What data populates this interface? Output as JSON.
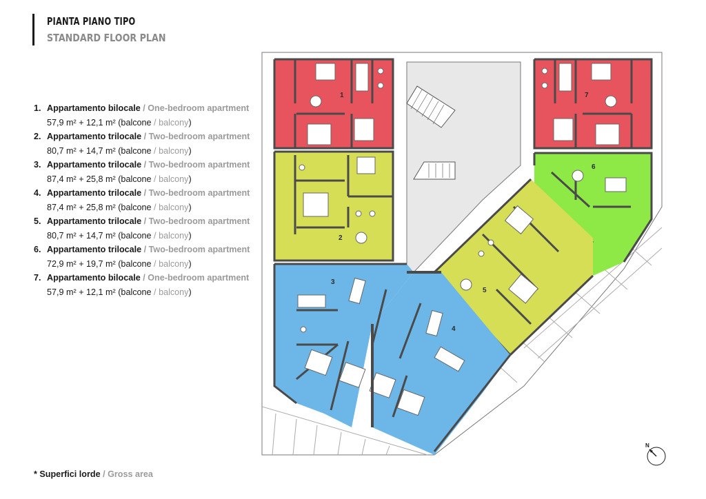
{
  "header": {
    "title": "PIANTA PIANO TIPO",
    "subtitle": "STANDARD FLOOR PLAN"
  },
  "legend": [
    {
      "num": "1.",
      "type_it": "Appartamento bilocale",
      "sep": " / ",
      "type_en": "One-bedroom apartment",
      "area": "57,9 m² + 12,1 m² (balcone",
      "balcony_sep": " / ",
      "balcony_en": "balcony",
      "close": ")"
    },
    {
      "num": "2.",
      "type_it": "Appartamento trilocale",
      "sep": " / ",
      "type_en": "Two-bedroom apartment",
      "area": "80,7 m² + 14,7 m² (balcone",
      "balcony_sep": " / ",
      "balcony_en": "balcony",
      "close": ")"
    },
    {
      "num": "3.",
      "type_it": "Appartamento trilocale",
      "sep": " / ",
      "type_en": "Two-bedroom apartment",
      "area": "87,4 m² + 25,8 m² (balcone",
      "balcony_sep": " / ",
      "balcony_en": "balcony",
      "close": ")"
    },
    {
      "num": "4.",
      "type_it": "Appartamento trilocale",
      "sep": " / ",
      "type_en": "Two-bedroom apartment",
      "area": "87,4 m² + 25,8 m² (balcone",
      "balcony_sep": " / ",
      "balcony_en": "balcony",
      "close": ")"
    },
    {
      "num": "5.",
      "type_it": "Appartamento trilocale",
      "sep": " / ",
      "type_en": "Two-bedroom apartment",
      "area": "80,7 m² + 14,7 m² (balcone",
      "balcony_sep": " / ",
      "balcony_en": "balcony",
      "close": ")"
    },
    {
      "num": "6.",
      "type_it": "Appartamento trilocale",
      "sep": " / ",
      "type_en": "Two-bedroom apartment",
      "area": "72,9 m² + 19,7 m² (balcone",
      "balcony_sep": " / ",
      "balcony_en": "balcony",
      "close": ")"
    },
    {
      "num": "7.",
      "type_it": "Appartamento bilocale",
      "sep": " / ",
      "type_en": "One-bedroom apartment",
      "area": "57,9 m² + 12,1 m² (balcone",
      "balcony_sep": " / ",
      "balcony_en": "balcony",
      "close": ")"
    }
  ],
  "footnote": {
    "it": "* Superfici lorde",
    "sep": " / ",
    "en": "Gross area"
  },
  "plan": {
    "unit_labels": [
      "1",
      "2",
      "3",
      "4",
      "5",
      "6",
      "7"
    ],
    "north_label": "N",
    "colors": {
      "unit_red": "#e8545e",
      "unit_yellow": "#d6de55",
      "unit_blue": "#6cb6e8",
      "unit_green": "#8ee846",
      "wall": "#4a4a4a",
      "outline": "#555555"
    }
  }
}
